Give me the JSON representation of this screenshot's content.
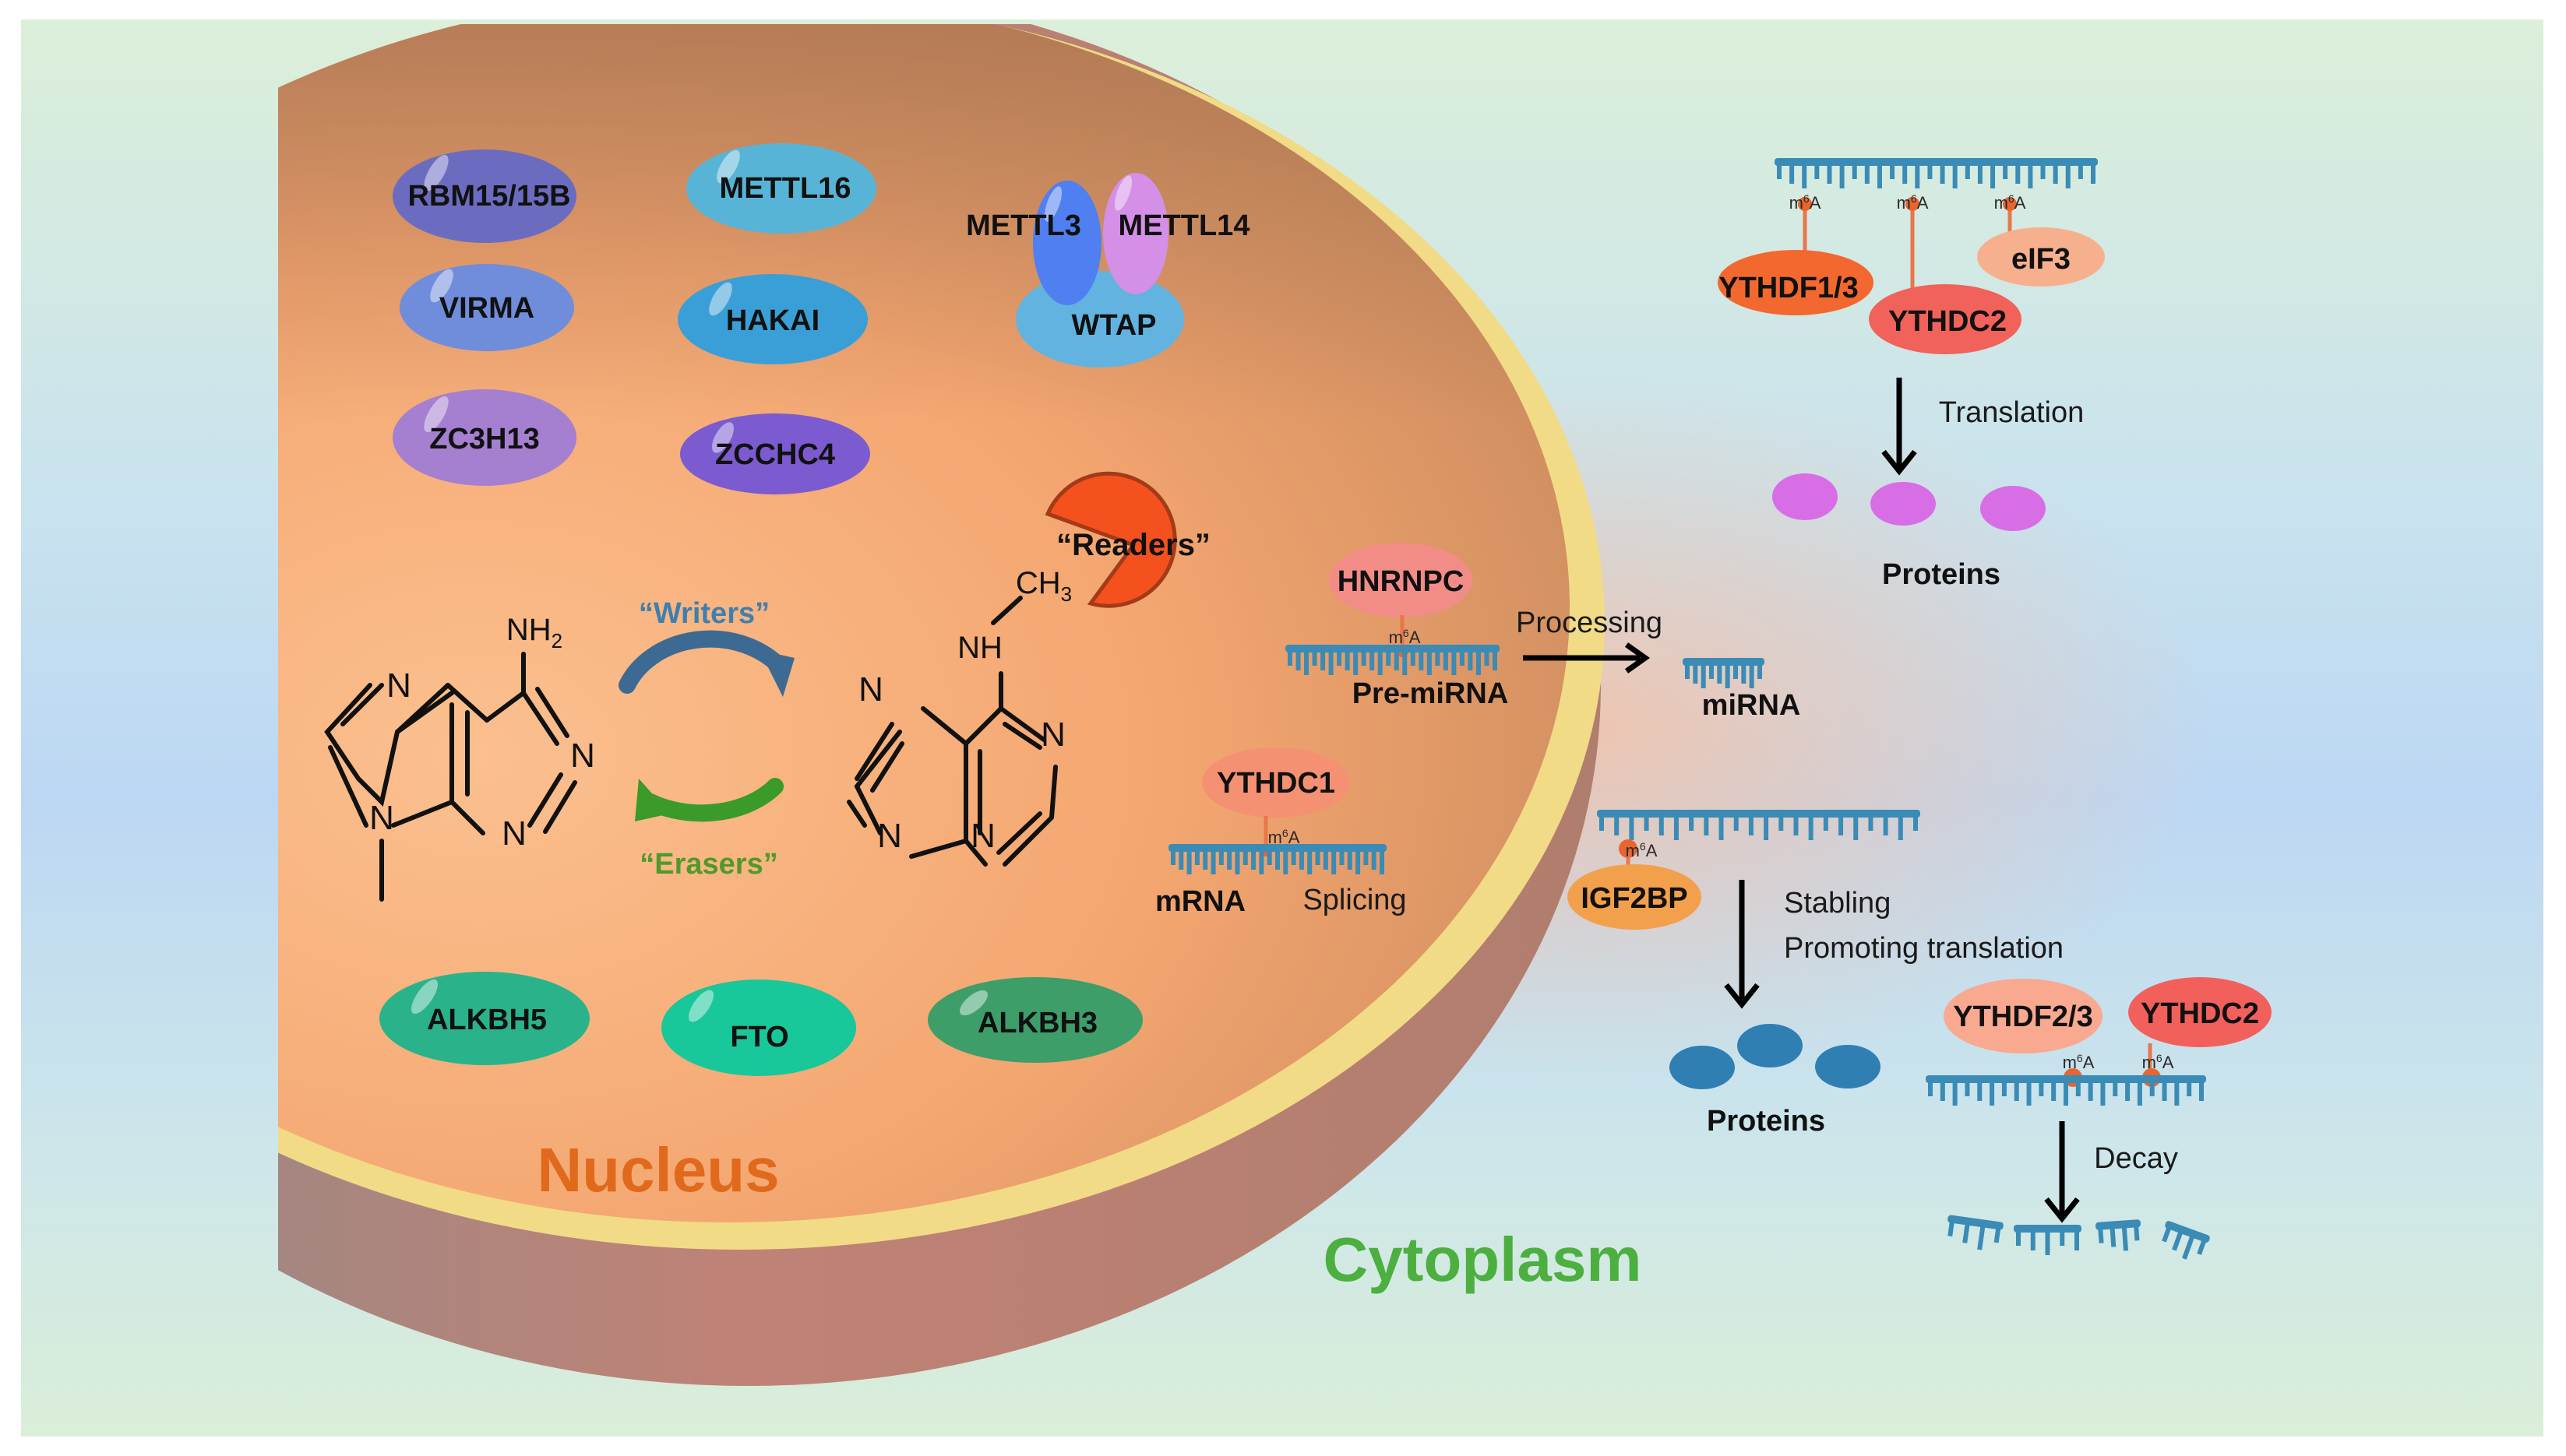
{
  "figure": {
    "title": "m6A modification: writers, erasers and readers in nucleus and cytoplasm",
    "compartments": {
      "nucleus": "Nucleus",
      "cytoplasm": "Cytoplasm"
    },
    "colors": {
      "panel_background": "#d9eed8",
      "cytoplasm_blue": "#bcd8f2",
      "nucleus_face": "#f5ae7a",
      "nucleus_shell": "#b98565",
      "membrane": "#f2dc8a",
      "rna_strand": "#3a8bb5",
      "m6a_dot": "#e8652f",
      "nucleus_label": "#e0691c",
      "cytoplasm_label": "#4caf3f",
      "writers_label": "#3f7fb0",
      "erasers_label": "#4e9a2a"
    }
  },
  "writers": {
    "proteins": [
      {
        "name": "RBM15/15B",
        "color": "#6b6cc0"
      },
      {
        "name": "METTL16",
        "color": "#58b4d6"
      },
      {
        "name": "VIRMA",
        "color": "#6f8ddb"
      },
      {
        "name": "HAKAI",
        "color": "#3a9fd6"
      },
      {
        "name": "ZC3H13",
        "color": "#a57fd0"
      },
      {
        "name": "ZCCHC4",
        "color": "#7b5bcf"
      }
    ],
    "complex": {
      "mettl3": {
        "name": "METTL3",
        "color": "#4f7ff0"
      },
      "mettl14": {
        "name": "METTL14",
        "color": "#d48fe6"
      },
      "wtap": {
        "name": "WTAP",
        "color": "#62b3e0"
      }
    }
  },
  "erasers": {
    "proteins": [
      {
        "name": "ALKBH5",
        "color": "#2ab38a"
      },
      {
        "name": "FTO",
        "color": "#18c79a"
      },
      {
        "name": "ALKBH3",
        "color": "#3d9e6a"
      }
    ]
  },
  "chemistry": {
    "adenosine": {
      "amine": "NH",
      "amine_sub": "2",
      "ring_atoms": [
        "N",
        "N",
        "N",
        "N"
      ],
      "ring_n1": "N"
    },
    "m6a": {
      "amine": "NH",
      "methyl": "CH",
      "methyl_sub": "3",
      "ring_atoms": [
        "N",
        "N",
        "N",
        "N"
      ]
    },
    "writers_label": "“Writers”",
    "erasers_label": "“Erasers”",
    "readers_label": "“Readers”"
  },
  "nuclear_readers": {
    "hnrnpc": {
      "name": "HNRNPC",
      "color": "#f28c86",
      "substrate": "Pre-miRNA"
    },
    "processing_label": "Processing",
    "product": "miRNA",
    "ythdc1": {
      "name": "YTHDC1",
      "color": "#f59173",
      "substrate": "mRNA",
      "process": "Splicing"
    }
  },
  "cytoplasm_translation": {
    "readers": [
      {
        "name": "YTHDF1/3",
        "color": "#f2682e"
      },
      {
        "name": "YTHDC2",
        "color": "#f0625a"
      },
      {
        "name": "eIF3",
        "color": "#f6b08e"
      }
    ],
    "process": "Translation",
    "product": "Proteins",
    "product_color": "#d86ee6"
  },
  "cytoplasm_stability": {
    "reader": {
      "name": "IGF2BP",
      "color": "#f2a04c"
    },
    "process_lines": [
      "Stabling",
      "Promoting translation"
    ],
    "product": "Proteins",
    "product_color": "#2f7fb3"
  },
  "cytoplasm_decay": {
    "readers": [
      {
        "name": "YTHDF2/3",
        "color": "#f8a98f"
      },
      {
        "name": "YTHDC2",
        "color": "#f2605c"
      }
    ],
    "process": "Decay"
  },
  "m6a_mark": {
    "base": "m",
    "sup": "6",
    "tail": "A"
  }
}
